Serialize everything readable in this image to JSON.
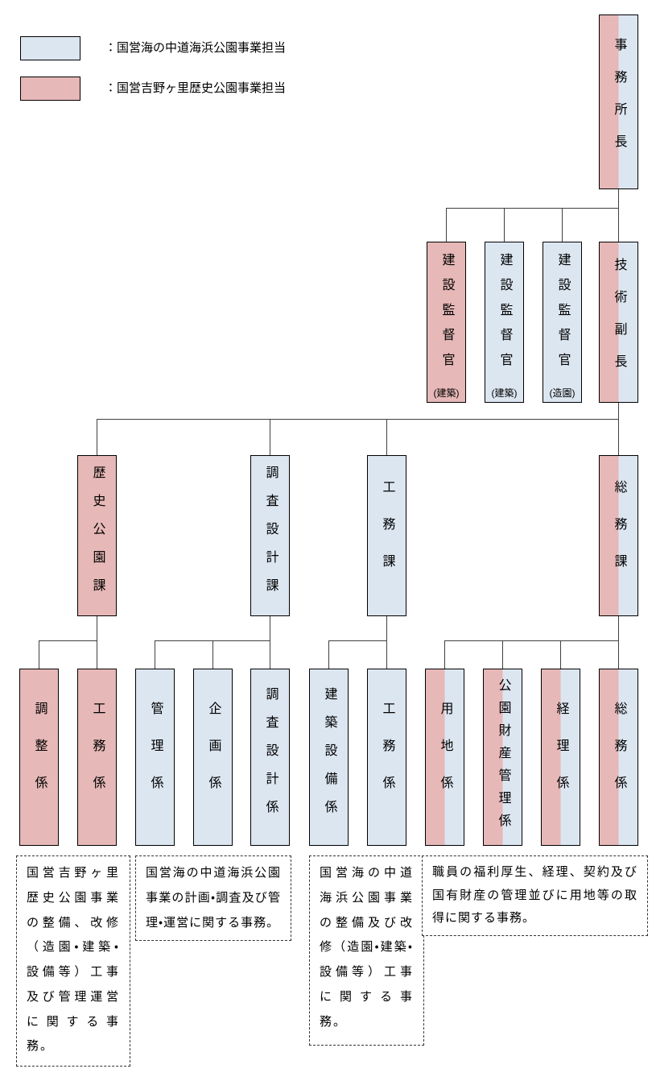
{
  "colors": {
    "blue": "#dce6f1",
    "pink": "#e6b8b7",
    "line": "#404040"
  },
  "legend": {
    "items": [
      {
        "color": "blue",
        "label": "：国営海の中道海浜公園事業担当"
      },
      {
        "color": "pink",
        "label": "：国営吉野ヶ里歴史公園事業担当"
      }
    ]
  },
  "nodes": [
    {
      "id": "office-director",
      "label": "事務所長",
      "color": "split"
    },
    {
      "id": "construction-supervisor-1",
      "label": "建設監督官",
      "suffix": "(建築)",
      "color": "pink"
    },
    {
      "id": "construction-supervisor-2",
      "label": "建設監督官",
      "suffix": "(建築)",
      "color": "blue"
    },
    {
      "id": "construction-supervisor-3",
      "label": "建設監督官",
      "suffix": "(造園)",
      "color": "blue"
    },
    {
      "id": "technical-deputy-director",
      "label": "技術副長",
      "color": "split"
    },
    {
      "id": "historical-park-division",
      "label": "歴史公園課",
      "color": "pink"
    },
    {
      "id": "survey-design-division",
      "label": "調査設計課",
      "color": "blue"
    },
    {
      "id": "engineering-division",
      "label": "工務課",
      "color": "blue"
    },
    {
      "id": "general-affairs-division",
      "label": "総務課",
      "color": "split"
    },
    {
      "id": "coordination-section",
      "label": "調整係",
      "color": "pink"
    },
    {
      "id": "engineering-section-historical",
      "label": "工務係",
      "color": "pink"
    },
    {
      "id": "management-section",
      "label": "管理係",
      "color": "blue"
    },
    {
      "id": "planning-section",
      "label": "企画係",
      "color": "blue"
    },
    {
      "id": "survey-design-section",
      "label": "調査設計係",
      "color": "blue"
    },
    {
      "id": "building-equipment-section",
      "label": "建築設備係",
      "color": "blue"
    },
    {
      "id": "engineering-section",
      "label": "工務係",
      "color": "blue"
    },
    {
      "id": "land-section",
      "label": "用地係",
      "color": "split"
    },
    {
      "id": "park-property-management-section",
      "label": "公園財産管理係",
      "color": "split"
    },
    {
      "id": "accounting-section",
      "label": "経理係",
      "color": "split"
    },
    {
      "id": "general-affairs-section",
      "label": "総務係",
      "color": "split"
    }
  ],
  "descriptions": [
    {
      "for": "historical-park-division",
      "text": "国営吉野ヶ里歴史公園事業の整備、改修（造園・建築・設備等）工事及び管理運営に関する事務。"
    },
    {
      "for": "survey-design-division",
      "text": "国営海の中道海浜公園事業の計画・調査及び管理・運営に関する事務。"
    },
    {
      "for": "engineering-division",
      "text": "国営海の中道海浜公園事業の整備及び改修（造園・建築・設備等）工事に関する事務。"
    },
    {
      "for": "general-affairs-division",
      "text": "職員の福利厚生、経理、契約及び国有財産の管理並びに用地等の取得に関する事務。"
    }
  ]
}
